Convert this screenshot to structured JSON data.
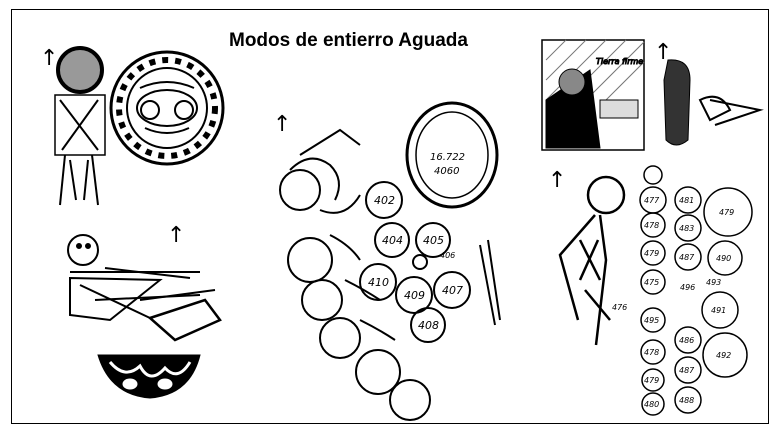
{
  "title": "Modos de entierro Aguada",
  "annotations": {
    "oval_label_line1": "16.722",
    "oval_label_line2": "4060",
    "scene_label": "Tierra firme",
    "skull_numbers_center": [
      "402",
      "404",
      "405",
      "410",
      "409",
      "407",
      "408"
    ],
    "skull_numbers_right_col1": [
      "477",
      "478",
      "479",
      "475",
      "495",
      "478",
      "479",
      "480"
    ],
    "skull_numbers_right_col2": [
      "481",
      "483",
      "487",
      "486",
      "487",
      "488"
    ],
    "skull_numbers_right_col3": [
      "479",
      "490",
      "491",
      "492"
    ],
    "small_labels": [
      "406",
      "476",
      "493",
      "496"
    ]
  },
  "icons": {
    "arrow": "north-arrow-icon"
  }
}
